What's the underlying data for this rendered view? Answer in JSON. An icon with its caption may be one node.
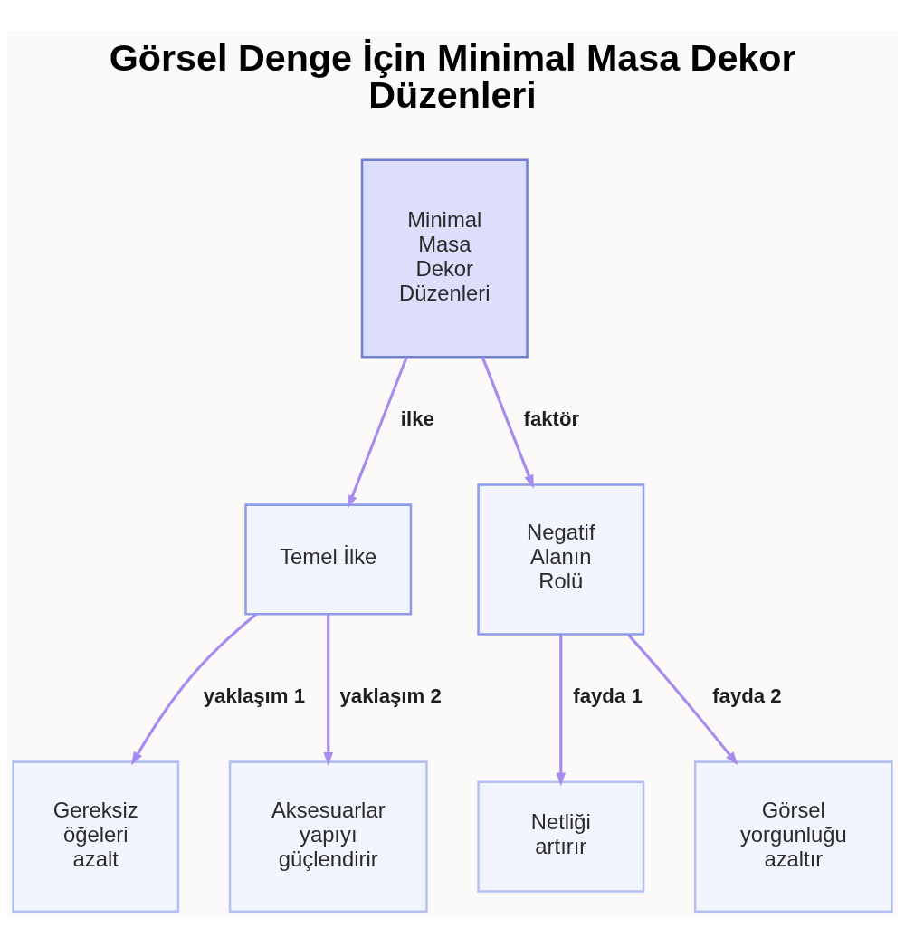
{
  "diagram": {
    "title": "Görsel Denge İçin Minimal Masa Dekor Düzenleri",
    "nodes": [
      {
        "text": [
          "Minimal Masa Dekor Düzenleri"
        ]
      },
      {
        "text": [
          "Temel İlke"
        ]
      },
      {
        "text": [
          "Negatif Alanın Rolü"
        ]
      },
      {
        "text": [
          "Gereksiz öğeleri azalt"
        ]
      },
      {
        "text": [
          "Aksesuarlar yapıyı güçlendirir"
        ]
      },
      {
        "text": [
          "Netliği artırır"
        ]
      },
      {
        "text": [
          "Görsel yorgunluğu azaltır"
        ]
      }
    ],
    "edges": [
      {
        "from": 0,
        "to": 1,
        "arrow": "to",
        "label": "ilke"
      },
      {
        "from": 0,
        "to": 2,
        "arrow": "to",
        "label": "faktör"
      },
      {
        "from": 1,
        "to": 3,
        "arrow": "to",
        "label": "yaklaşım 1"
      },
      {
        "from": 1,
        "to": 4,
        "arrow": "to",
        "label": "yaklaşım 2"
      },
      {
        "from": 2,
        "to": 5,
        "arrow": "to",
        "label": "fayda 1"
      },
      {
        "from": 2,
        "to": 6,
        "arrow": "to",
        "label": "fayda 2"
      }
    ]
  }
}
